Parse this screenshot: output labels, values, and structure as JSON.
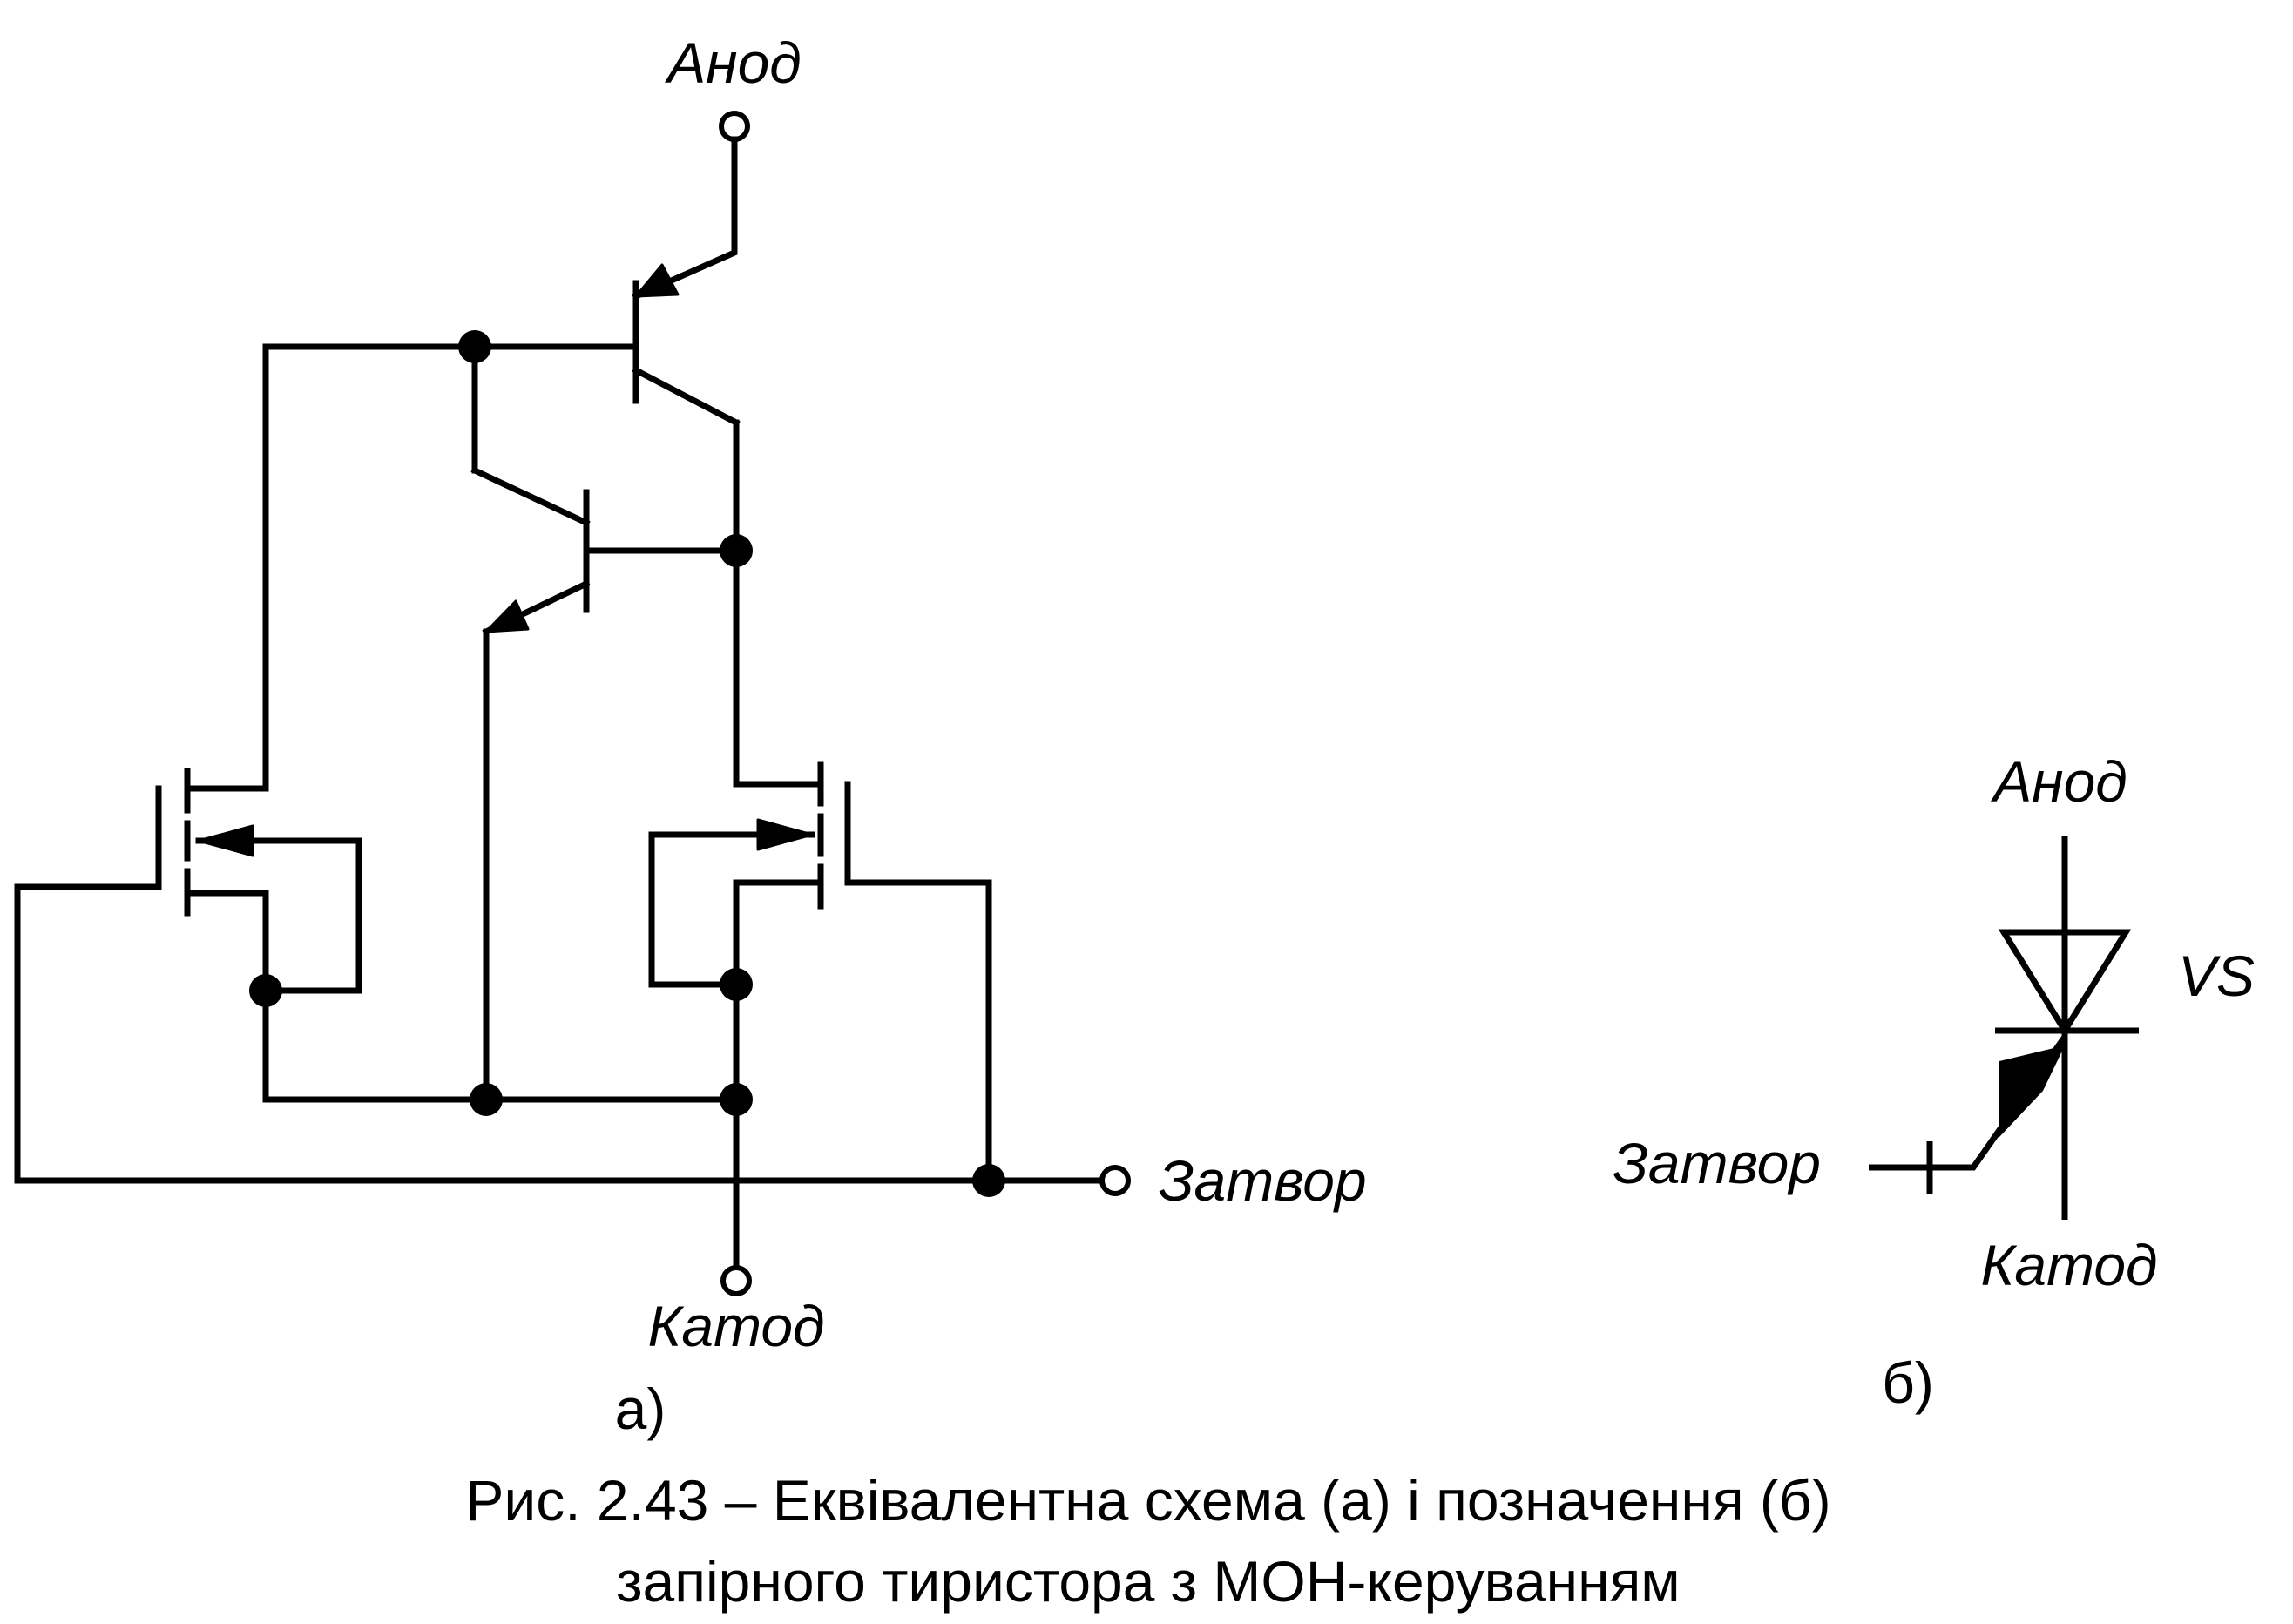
{
  "labels": {
    "a_anode": "Анод",
    "a_cathode": "Катод",
    "a_gate": "Затвор",
    "b_anode": "Анод",
    "b_cathode": "Катод",
    "b_gate": "Затвор",
    "b_device": "VS"
  },
  "subfigures": {
    "a": "а)",
    "b": "б)"
  },
  "caption": {
    "line1": "Рис. 2.43 – Еквівалентна схема (а) і позначення (б)",
    "line2": "запірного тиристора з МОН-керуванням"
  }
}
